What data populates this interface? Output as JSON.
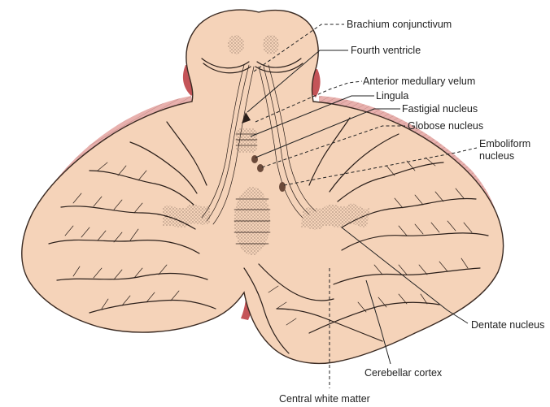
{
  "labels": {
    "brachium_conjunctivum": "Brachium conjunctivum",
    "fourth_ventricle": "Fourth ventricle",
    "anterior_medullary_velum": "Anterior medullary velum",
    "lingula": "Lingula",
    "fastigial_nucleus": "Fastigial nucleus",
    "globose_nucleus": "Globose nucleus",
    "emboliform_nucleus_line1": "Emboliform",
    "emboliform_nucleus_line2": "nucleus",
    "dentate_nucleus": "Dentate nucleus",
    "cerebellar_cortex": "Cerebellar cortex",
    "central_white_matter": "Central white matter"
  },
  "colors": {
    "tissue": "#f5d3b9",
    "tissue_dark": "#e9b99a",
    "pink_edge": "#e8b0ad",
    "red_edge": "#c45458",
    "line": "#2b1f1a"
  }
}
